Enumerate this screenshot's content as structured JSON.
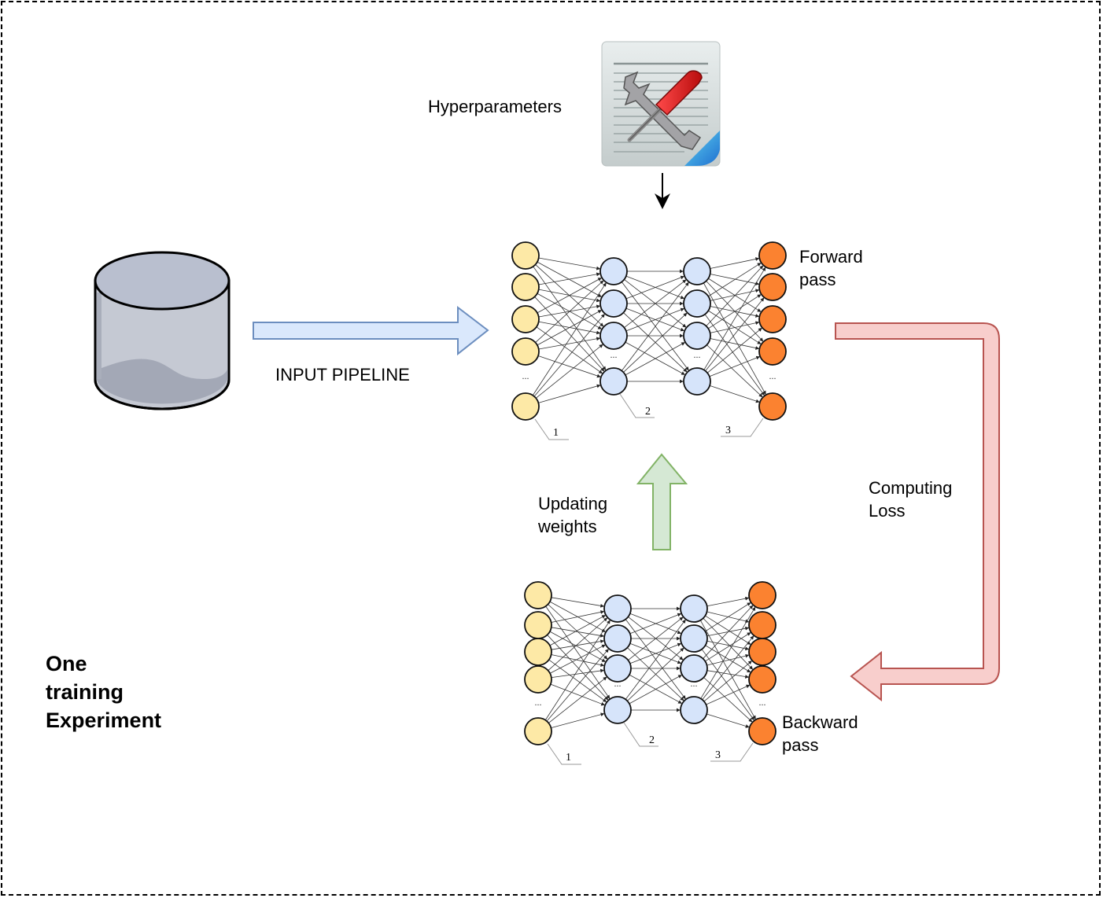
{
  "diagram": {
    "title": "One\ntraining\nExperiment",
    "labels": {
      "hyperparameters": "Hyperparameters",
      "input_pipeline": "INPUT PIPELINE",
      "forward_pass": "Forward\npass",
      "backward_pass": "Backward\npass",
      "computing_loss": "Computing\nLoss",
      "updating_weights": "Updating\nweights"
    },
    "icons": {
      "database": "database-icon",
      "hyperparameters": "settings-document-icon"
    },
    "networks": [
      {
        "name": "forward-network",
        "layers": [
          {
            "nodes": 5,
            "ellipsis": true,
            "color": "#FDE9A6",
            "label": "1"
          },
          {
            "nodes": 4,
            "ellipsis": true,
            "color": "#D6E4FA",
            "label": "2"
          },
          {
            "nodes": 4,
            "ellipsis": true,
            "color": "#D6E4FA",
            "label": ""
          },
          {
            "nodes": 5,
            "ellipsis": true,
            "color": "#FB8230",
            "label": "3"
          }
        ]
      },
      {
        "name": "backward-network",
        "layers": [
          {
            "nodes": 5,
            "ellipsis": true,
            "color": "#FDE9A6",
            "label": "1"
          },
          {
            "nodes": 4,
            "ellipsis": true,
            "color": "#D6E4FA",
            "label": "2"
          },
          {
            "nodes": 4,
            "ellipsis": true,
            "color": "#D6E4FA",
            "label": ""
          },
          {
            "nodes": 5,
            "ellipsis": true,
            "color": "#FB8230",
            "label": "3"
          }
        ]
      }
    ],
    "ellipsis": "...",
    "colors": {
      "input_arrow_fill": "#DAE8FC",
      "input_arrow_stroke": "#6C8EBF",
      "loss_arrow_fill": "#F8CECC",
      "loss_arrow_stroke": "#B85450",
      "update_arrow_fill": "#D5E8D4",
      "update_arrow_stroke": "#82B366"
    }
  }
}
